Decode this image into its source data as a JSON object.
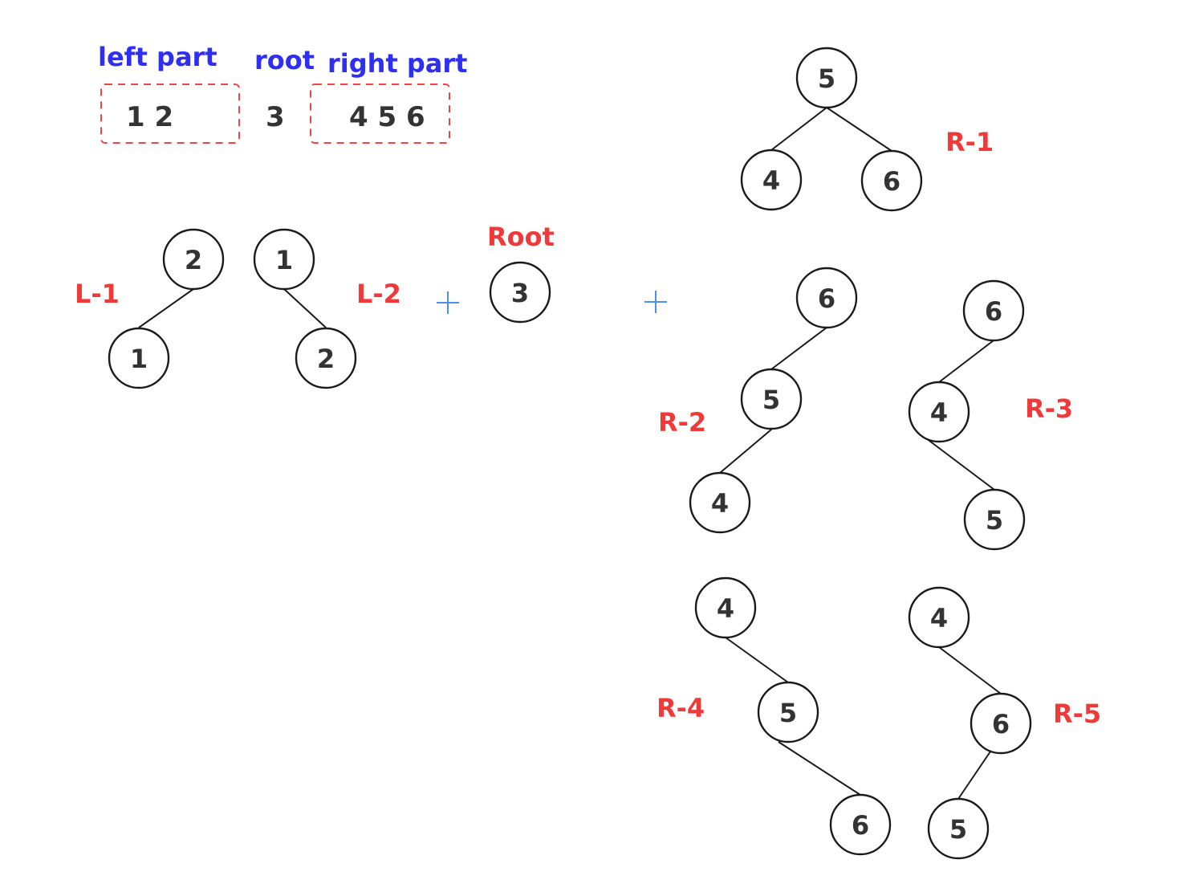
{
  "header": {
    "left_label": "left part",
    "root_label": "root",
    "right_label": "right part",
    "left_values": "1 2",
    "root_value": "3",
    "right_values": "4 5 6"
  },
  "middle": {
    "root_title": "Root",
    "root_node": "3"
  },
  "trees": {
    "L1": {
      "label": "L-1",
      "nodes": [
        "2",
        "1"
      ]
    },
    "L2": {
      "label": "L-2",
      "nodes": [
        "1",
        "2"
      ]
    },
    "R1": {
      "label": "R-1",
      "nodes": [
        "5",
        "4",
        "6"
      ]
    },
    "R2": {
      "label": "R-2",
      "nodes": [
        "6",
        "5",
        "4"
      ]
    },
    "R3": {
      "label": "R-3",
      "nodes": [
        "6",
        "4",
        "5"
      ]
    },
    "R4": {
      "label": "R-4",
      "nodes": [
        "4",
        "5",
        "6"
      ]
    },
    "R5": {
      "label": "R-5",
      "nodes": [
        "4",
        "6",
        "5"
      ]
    }
  },
  "colors": {
    "label_blue": "#2f2ff2",
    "label_red": "#f03a3a",
    "plus_blue": "#4d8ef0",
    "box_red": "#ee4444"
  }
}
